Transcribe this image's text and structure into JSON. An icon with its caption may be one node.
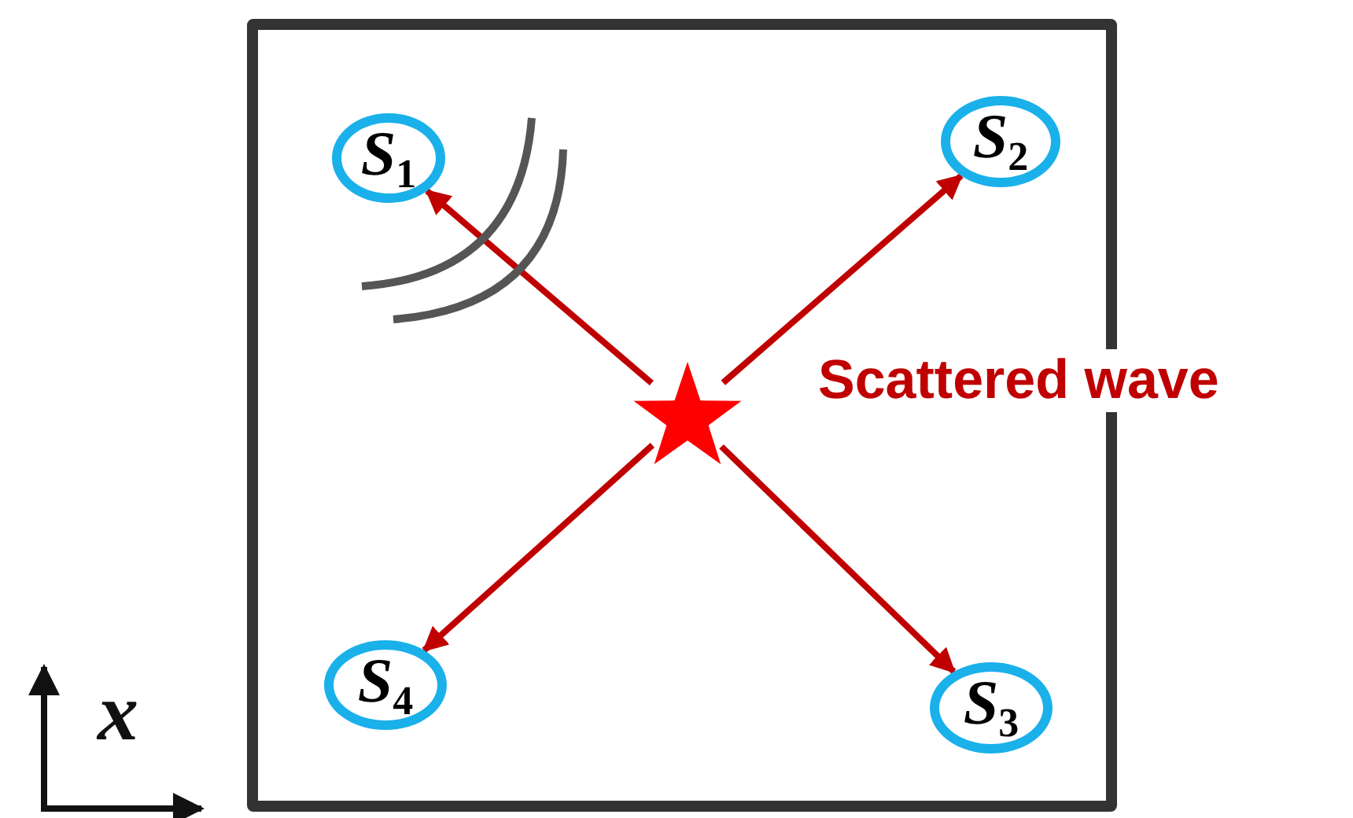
{
  "diagram": {
    "nodes": [
      {
        "text": [],
        "shape": "box"
      },
      {
        "text": [
          "S$_{1}$"
        ],
        "in": 0
      },
      {
        "text": [
          "S$_{2}$"
        ],
        "in": 0
      },
      {
        "text": [
          "S$_{4}$"
        ],
        "in": 0
      },
      {
        "text": [
          "S$_{3}$"
        ],
        "in": 0
      },
      {
        "text": [],
        "shape": "star",
        "in": 0
      }
    ],
    "edges": [
      {
        "from": 5,
        "to": 1,
        "arrow": "to"
      },
      {
        "from": 5,
        "to": 2,
        "arrow": "to"
      },
      {
        "from": 5,
        "to": 3,
        "arrow": "to"
      },
      {
        "from": 5,
        "to": 4,
        "arrow": "to"
      }
    ],
    "labels": [
      "Scattered wave",
      "x"
    ]
  }
}
